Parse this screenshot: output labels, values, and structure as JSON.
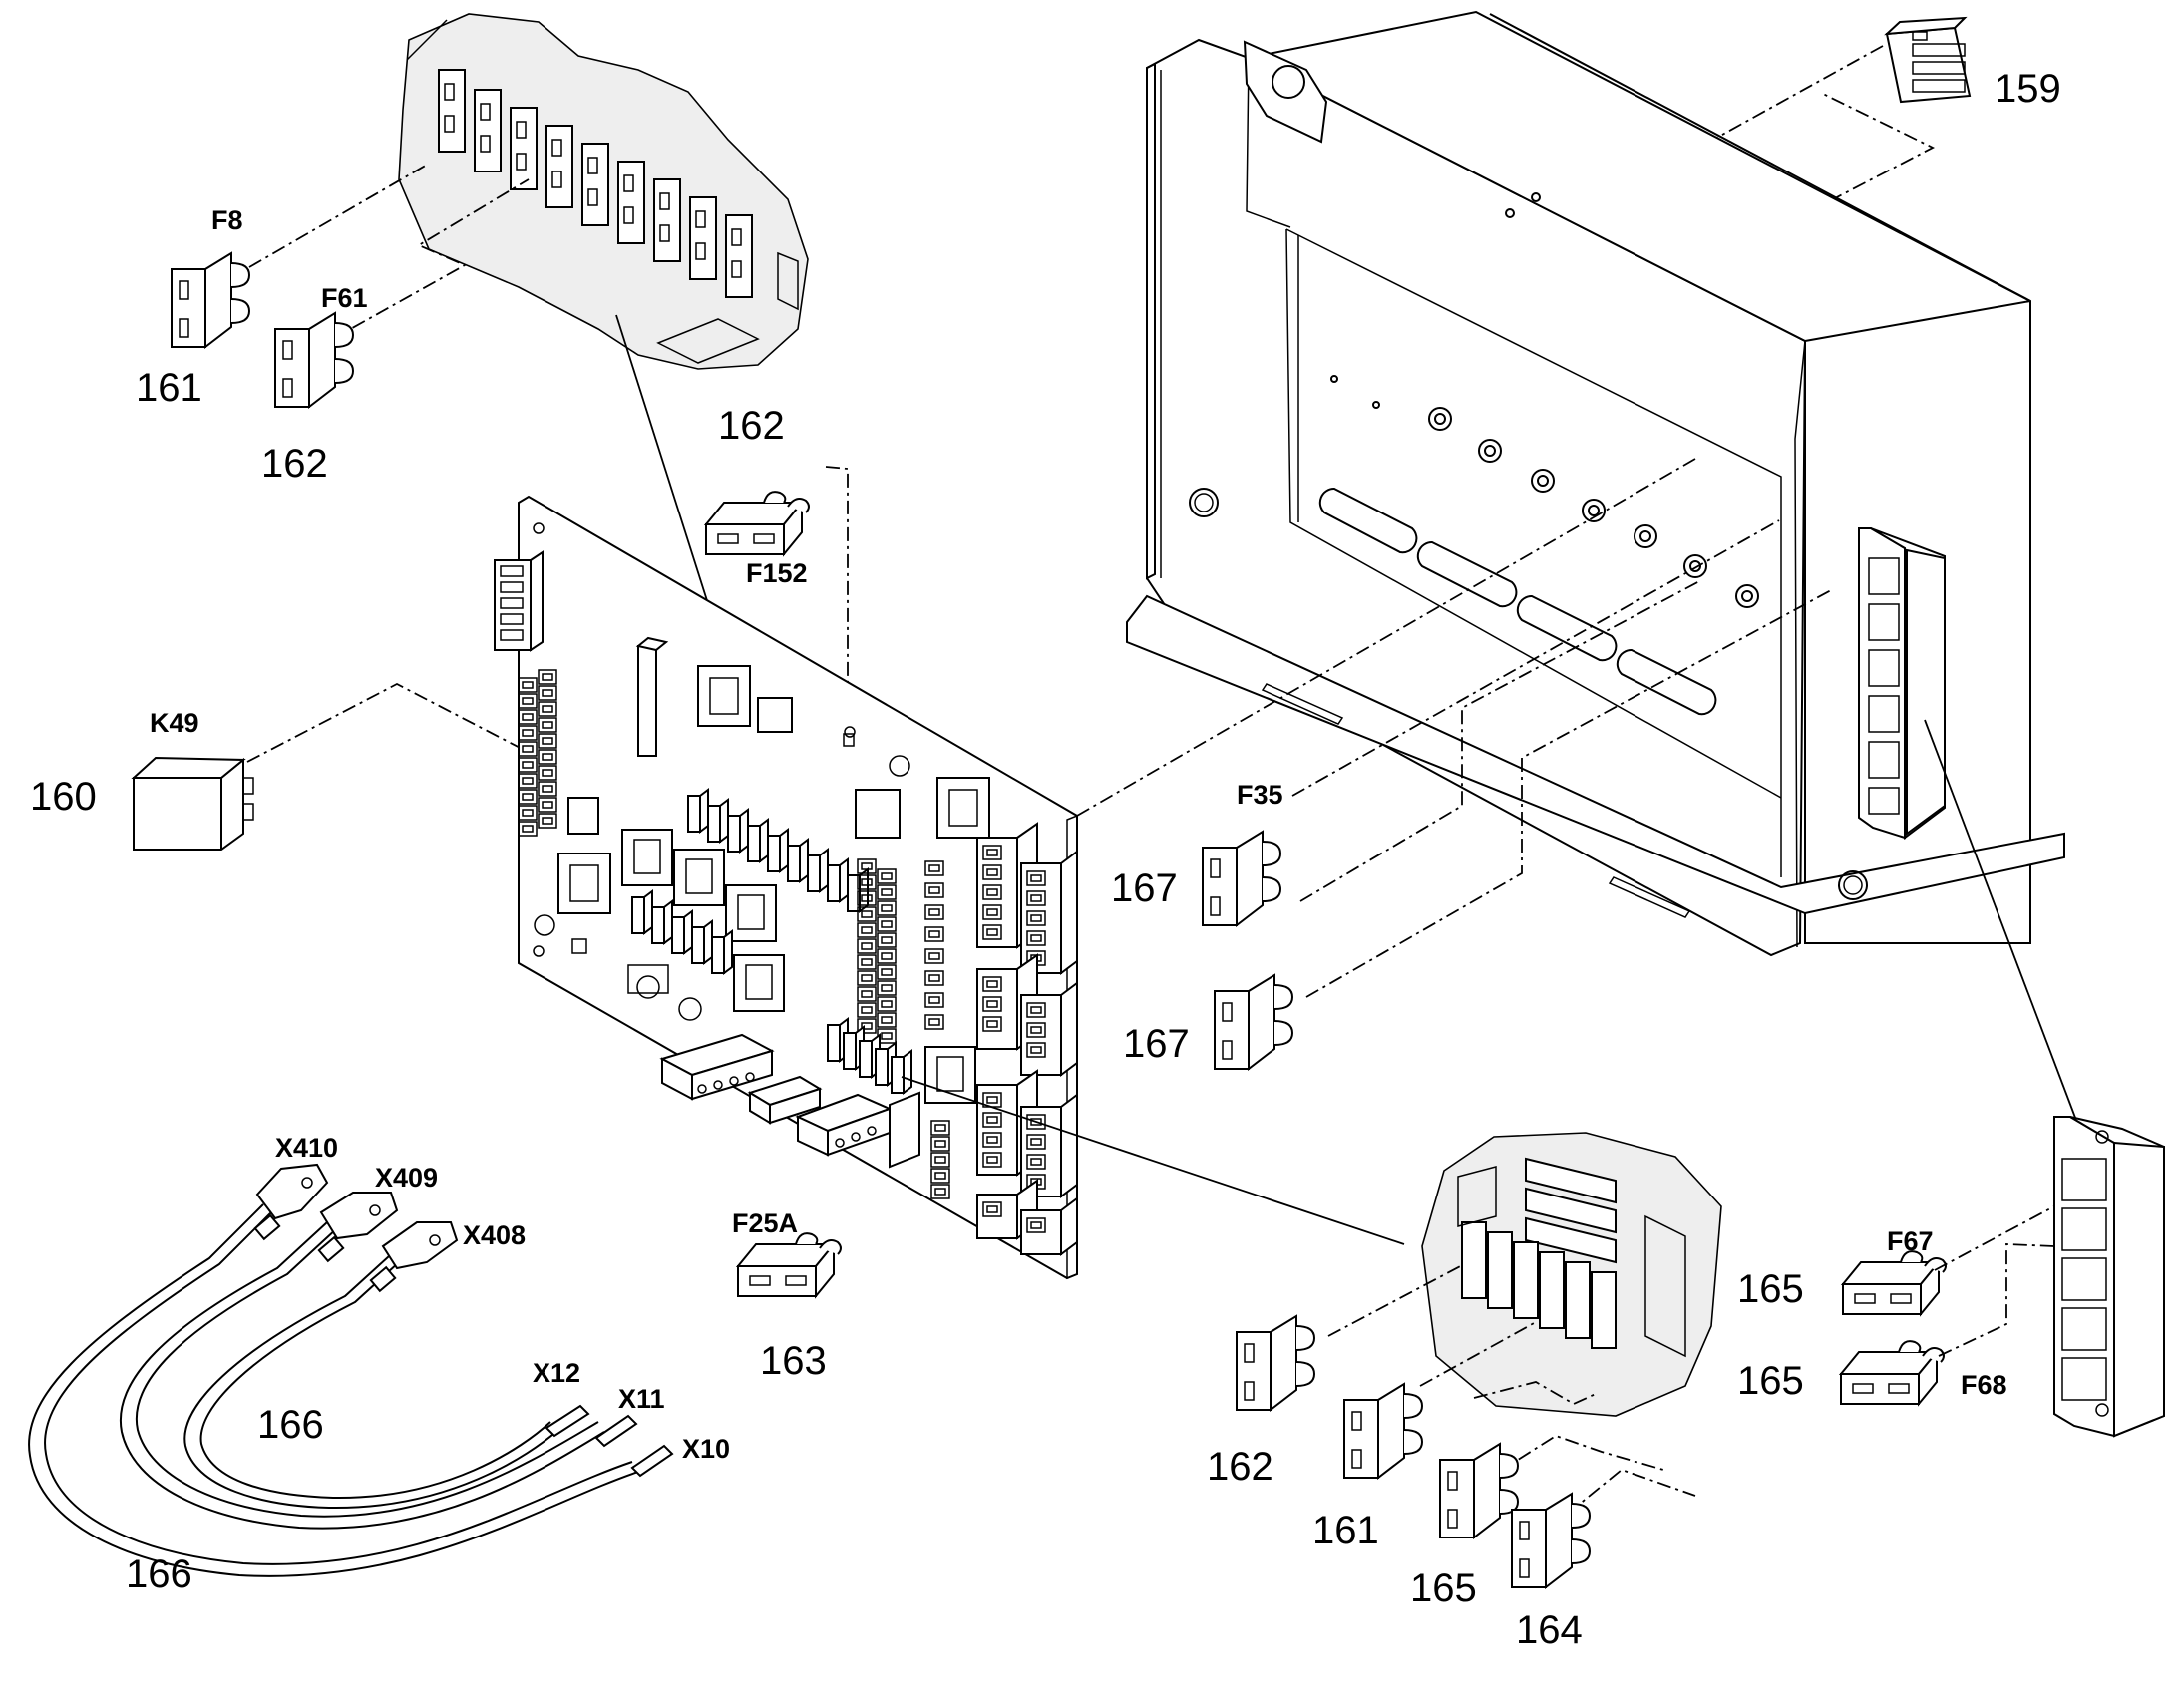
{
  "callouts": {
    "c159": "159",
    "c160": "160",
    "c161a": "161",
    "c161b": "161",
    "c162a": "162",
    "c162b": "162",
    "c162c": "162",
    "c163": "163",
    "c164": "164",
    "c165a": "165",
    "c165b": "165",
    "c165c": "165",
    "c166a": "166",
    "c166b": "166",
    "c167a": "167",
    "c167b": "167"
  },
  "designators": {
    "F8": "F8",
    "F61": "F61",
    "F152": "F152",
    "K49": "K49",
    "F35": "F35",
    "F25A": "F25A",
    "F67": "F67",
    "F68": "F68",
    "X410": "X410",
    "X409": "X409",
    "X408": "X408",
    "X12": "X12",
    "X11": "X11",
    "X10": "X10"
  }
}
